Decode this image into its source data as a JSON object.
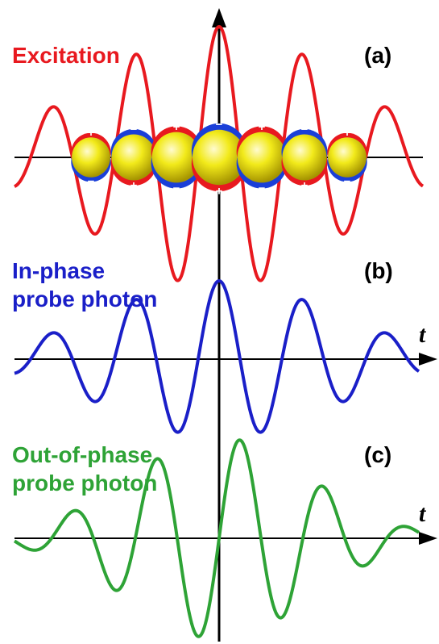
{
  "panels": {
    "a": {
      "letter": "(a)",
      "title_lines": [
        "Excitation"
      ],
      "color": "#e8191f"
    },
    "b": {
      "letter": "(b)",
      "title_lines": [
        "In-phase",
        "probe photon"
      ],
      "color": "#1a1fc8",
      "axis_label": "t"
    },
    "c": {
      "letter": "(c)",
      "title_lines": [
        "Out-of-phase",
        "probe photon"
      ],
      "color": "#2ea336",
      "axis_label": "t"
    }
  },
  "colors": {
    "axis": "#000000",
    "sphere_core": "#f2ea1a",
    "sphere_rim": "#b7a800",
    "lobe_red": "#e8191f",
    "lobe_blue": "#1a3fd8"
  },
  "spheres": {
    "signs_top": [
      "+",
      "−",
      "+",
      "−",
      "+",
      "−",
      "+"
    ],
    "signs_bottom": [
      "−",
      "+",
      "−",
      "+",
      "−",
      "+",
      "−"
    ]
  }
}
